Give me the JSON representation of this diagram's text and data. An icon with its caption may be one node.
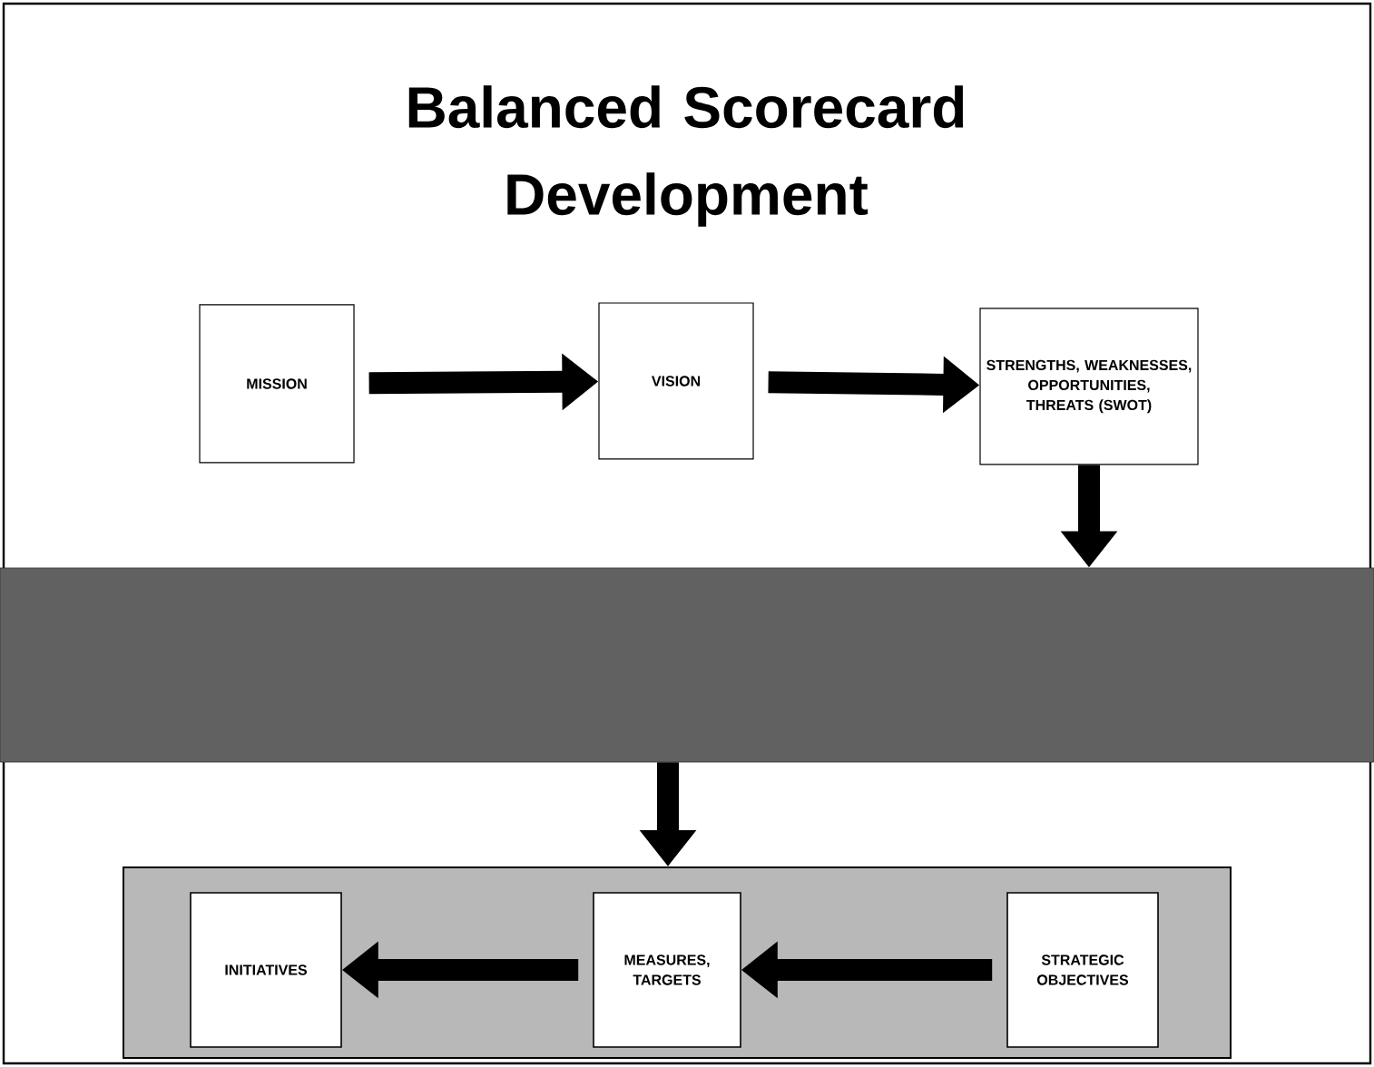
{
  "diagram": {
    "title": "Balanced Scorecard Development",
    "nodes": [
      {
        "text": [
          "MISSION"
        ]
      },
      {
        "text": [
          "VISION"
        ]
      },
      {
        "text": [
          "STRENGTHS, WEAKNESSES, OPPORTUNITIES, THREATS (SWOT)"
        ]
      },
      {
        "text": [],
        "shape": "band"
      },
      {
        "text": [],
        "shape": "box"
      },
      {
        "text": [
          "INITIATIVES"
        ],
        "in": 4
      },
      {
        "text": [
          "MEASURES, TARGETS"
        ],
        "in": 4
      },
      {
        "text": [
          "STRATEGIC OBJECTIVES"
        ],
        "in": 4
      }
    ],
    "edges": [
      {
        "from": 0,
        "to": 1,
        "arrow": "to"
      },
      {
        "from": 1,
        "to": 2,
        "arrow": "to"
      },
      {
        "from": 2,
        "to": 3,
        "arrow": "to"
      },
      {
        "from": 3,
        "to": 4,
        "arrow": "to"
      },
      {
        "from": 7,
        "to": 6,
        "arrow": "to"
      },
      {
        "from": 6,
        "to": 5,
        "arrow": "to"
      }
    ]
  }
}
